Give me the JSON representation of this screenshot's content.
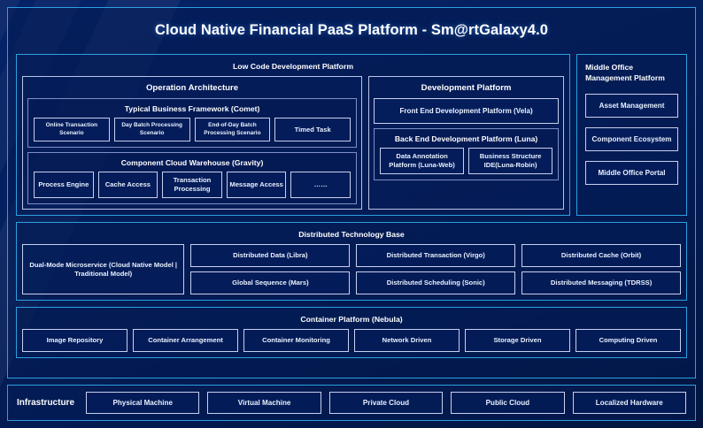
{
  "title": "Cloud Native Financial PaaS Platform - Sm@rtGalaxy4.0",
  "colors": {
    "accent_border": "#2e9fe0",
    "box_border": "#c7d0ee",
    "background": "#03184a",
    "text": "#ffffff"
  },
  "low_code": {
    "title": "Low Code Development Platform",
    "operation_architecture": {
      "title": "Operation Architecture",
      "groups": [
        {
          "title": "Typical Business Framework (Comet)",
          "items": [
            "Online Transaction Scenario",
            "Day Batch Processing Scenario",
            "End-of-Day Batch Processing Scenario",
            "Timed Task"
          ]
        },
        {
          "title": "Component Cloud Warehouse (Gravity)",
          "items": [
            "Process Engine",
            "Cache Access",
            "Transaction Processing",
            "Message Access",
            "……"
          ]
        }
      ]
    },
    "development_platform": {
      "title": "Development Platform",
      "front_end": "Front End Development Platform (Vela)",
      "back_end": {
        "title": "Back End Development Platform (Luna)",
        "items": [
          "Data Annotation Platform (Luna-Web)",
          "Business Structure IDE(Luna-Robin)"
        ]
      }
    }
  },
  "middle_office": {
    "title": "Middle Office Management Platform",
    "items": [
      "Asset Management",
      "Component Ecosystem",
      "Middle Office Portal"
    ]
  },
  "distributed_technology_base": {
    "title": "Distributed Technology Base",
    "featured": "Dual-Mode Microservice (Cloud Native Model | Traditional Model)",
    "columns": [
      [
        "Distributed Data (Libra)",
        "Global Sequence (Mars)"
      ],
      [
        "Distributed Transaction (Virgo)",
        "Distributed Scheduling (Sonic)"
      ],
      [
        "Distributed Cache (Orbit)",
        "Distributed Messaging (TDRSS)"
      ]
    ]
  },
  "container_platform": {
    "title": "Container Platform (Nebula)",
    "items": [
      "Image Repository",
      "Container Arrangement",
      "Container Monitoring",
      "Network Driven",
      "Storage Driven",
      "Computing Driven"
    ]
  },
  "infrastructure": {
    "label": "Infrastructure",
    "items": [
      "Physical Machine",
      "Virtual Machine",
      "Private Cloud",
      "Public Cloud",
      "Localized Hardware"
    ]
  }
}
